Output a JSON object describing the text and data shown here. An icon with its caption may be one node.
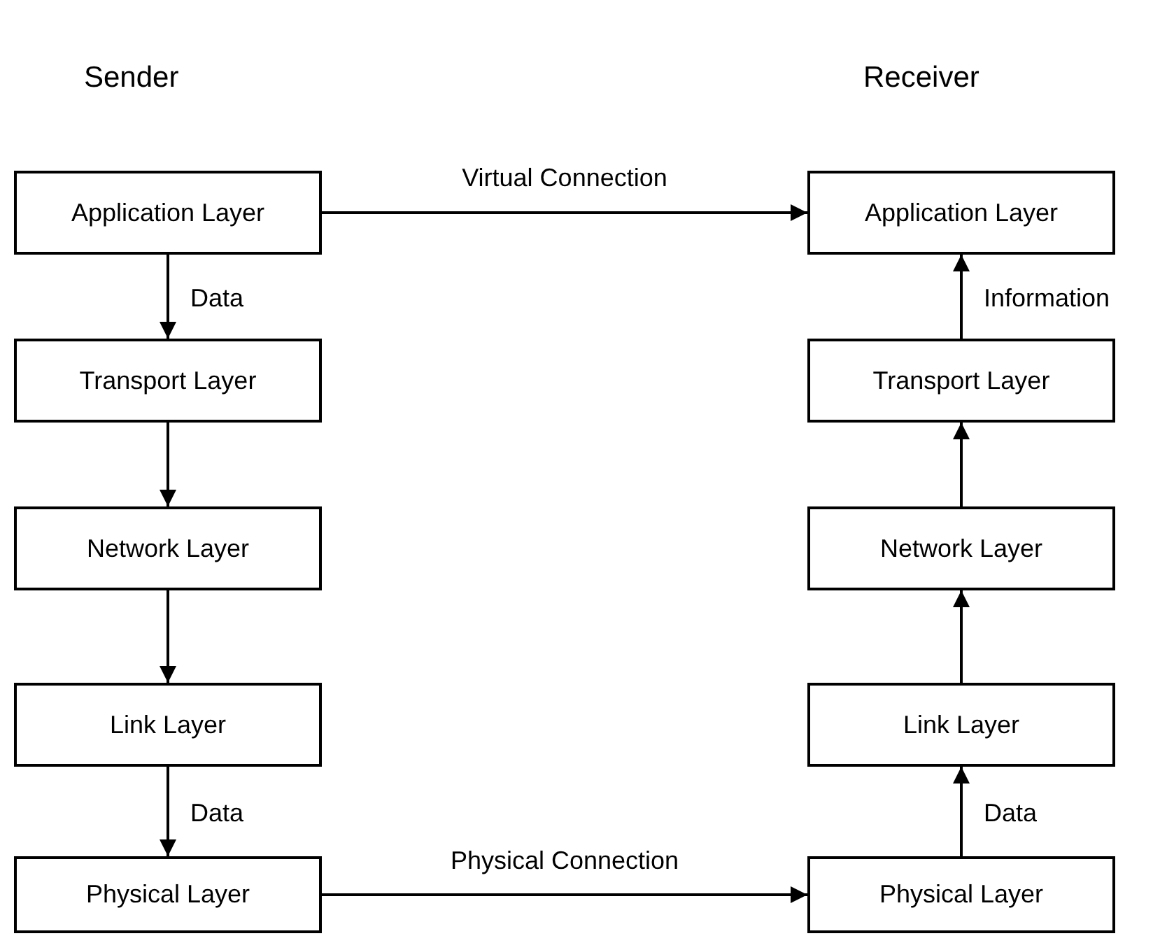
{
  "diagram": {
    "nodes": [
      {
        "text": [
          "Application Layer"
        ]
      },
      {
        "text": [
          "Transport Layer"
        ]
      },
      {
        "text": [
          "Network Layer"
        ]
      },
      {
        "text": [
          "Link Layer"
        ]
      },
      {
        "text": [
          "Physical Layer"
        ]
      },
      {
        "text": [
          "Application Layer"
        ]
      },
      {
        "text": [
          "Transport Layer"
        ]
      },
      {
        "text": [
          "Network Layer"
        ]
      },
      {
        "text": [
          "Link Layer"
        ]
      },
      {
        "text": [
          "Physical Layer"
        ]
      }
    ],
    "edges": [
      {
        "from": 0,
        "to": 5,
        "arrow": "to",
        "label": "Virtual Connection"
      },
      {
        "from": 0,
        "to": 1,
        "arrow": "to",
        "label": "Data"
      },
      {
        "from": 1,
        "to": 2,
        "arrow": "to"
      },
      {
        "from": 2,
        "to": 3,
        "arrow": "to"
      },
      {
        "from": 3,
        "to": 4,
        "arrow": "to",
        "label": "Data"
      },
      {
        "from": 4,
        "to": 9,
        "arrow": "to",
        "label": "Physical Connection"
      },
      {
        "from": 9,
        "to": 8,
        "arrow": "to",
        "label": "Data"
      },
      {
        "from": 8,
        "to": 7,
        "arrow": "to"
      },
      {
        "from": 7,
        "to": 6,
        "arrow": "to"
      },
      {
        "from": 6,
        "to": 5,
        "arrow": "to",
        "label": "Information"
      }
    ],
    "labels": [
      "Sender",
      "Receiver"
    ]
  }
}
